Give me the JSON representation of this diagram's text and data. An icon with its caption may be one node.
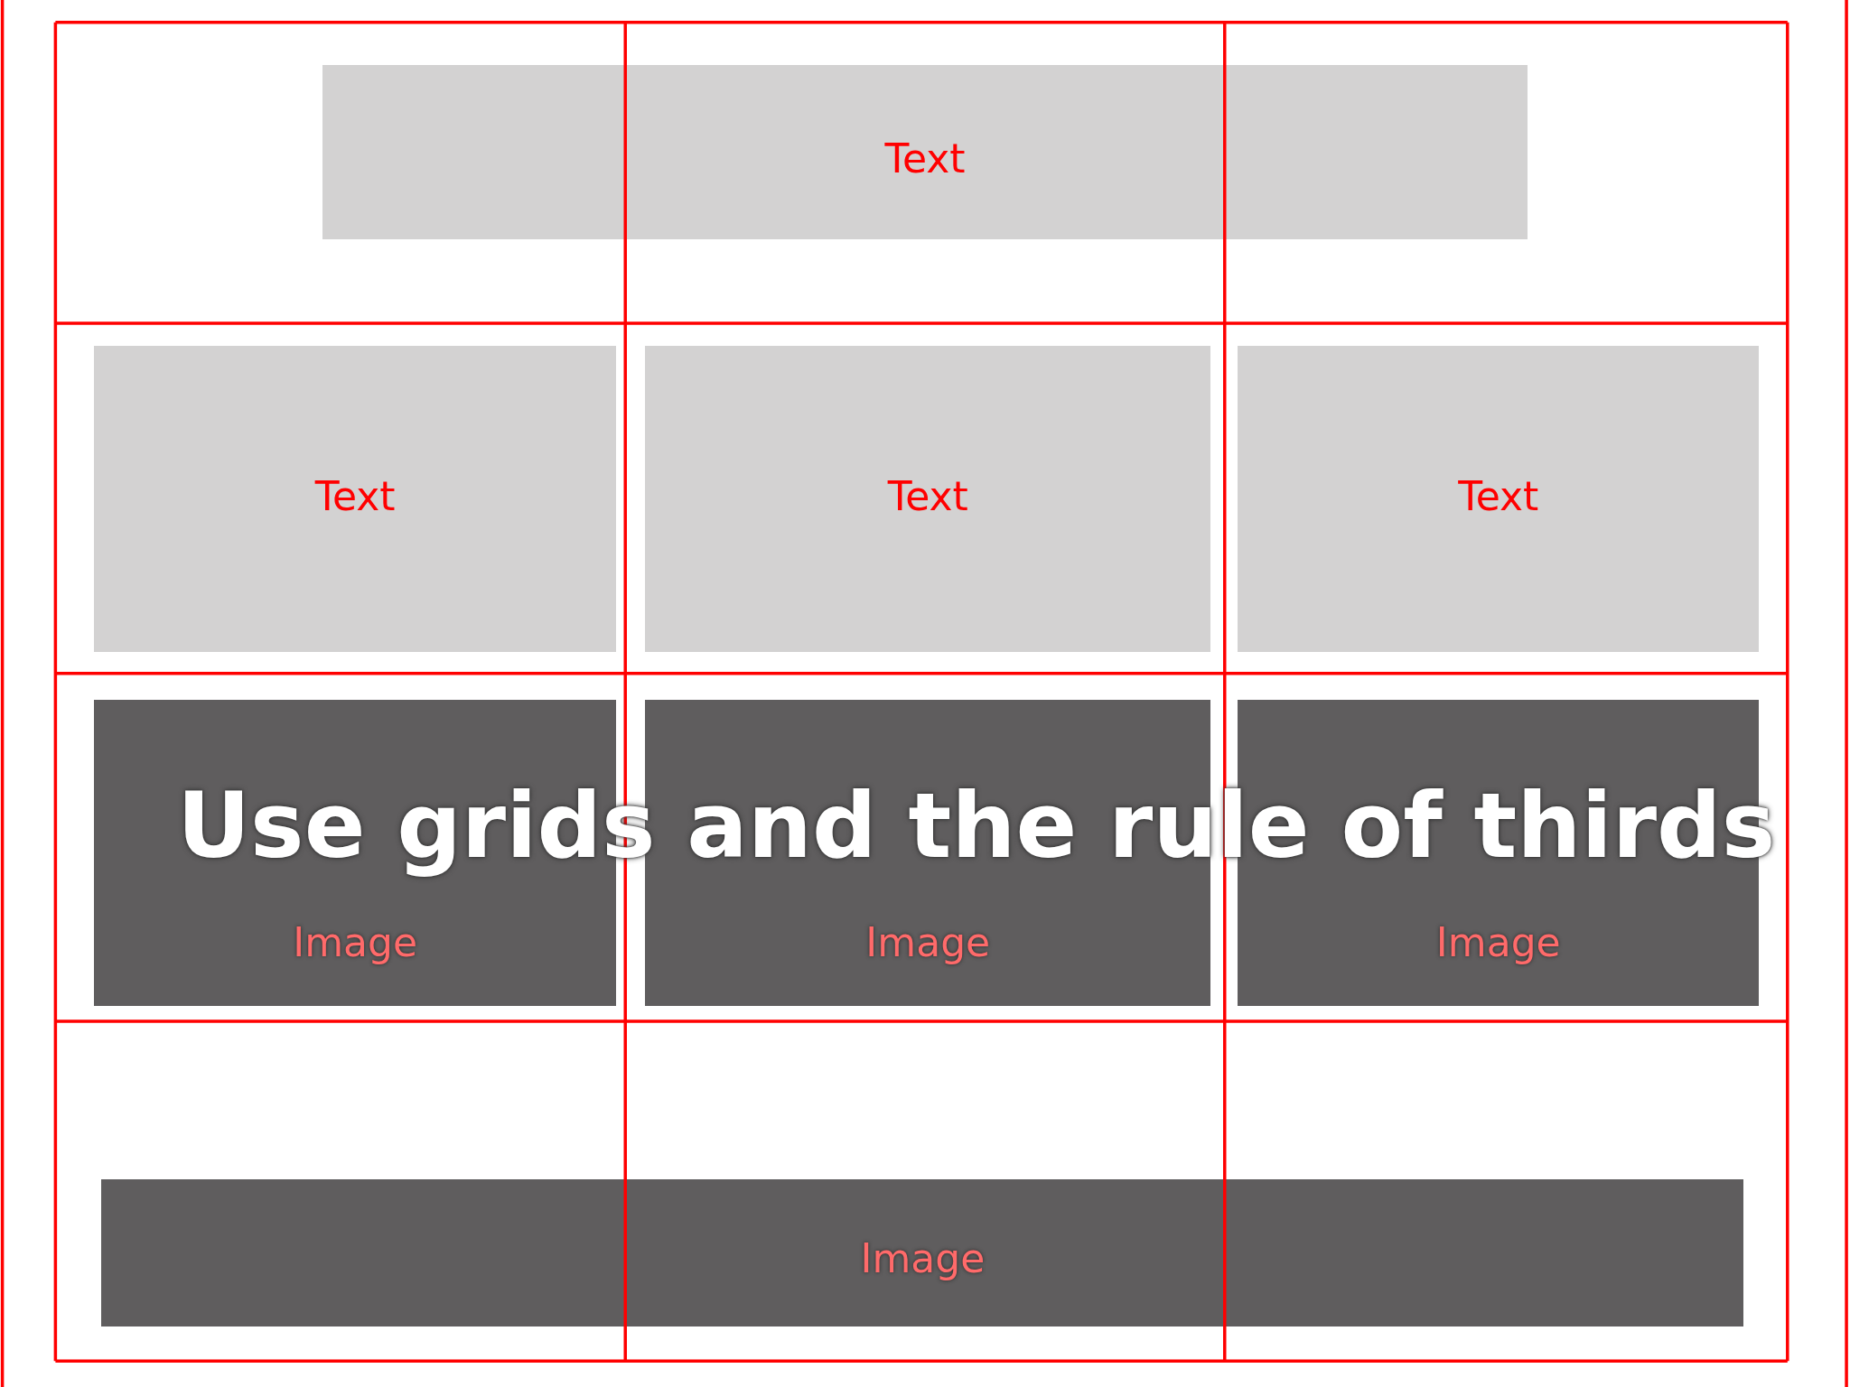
{
  "diagram": {
    "nodes": [
      {
        "text": [
          "Text"
        ]
      },
      {
        "text": [
          "Text"
        ]
      },
      {
        "text": [
          "Text"
        ]
      },
      {
        "text": [
          "Text"
        ]
      },
      {
        "text": [
          "Image"
        ]
      },
      {
        "text": [
          "Image"
        ]
      },
      {
        "text": [
          "Image"
        ]
      },
      {
        "text": [
          "Image"
        ]
      }
    ],
    "labels": [
      "Use grids and the rule of thirds"
    ]
  }
}
